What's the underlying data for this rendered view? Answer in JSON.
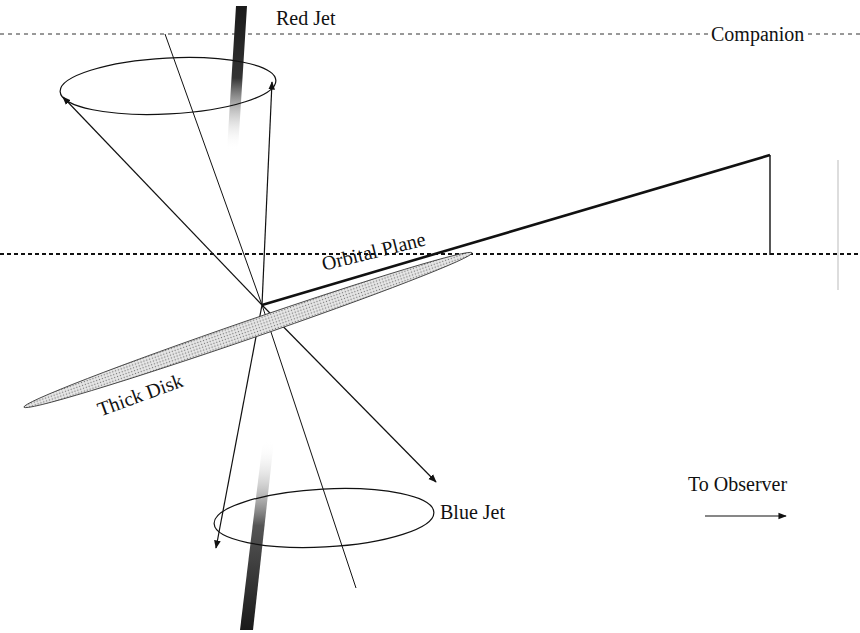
{
  "diagram": {
    "labels": [
      "Red Jet",
      "Companion",
      "Orbital Plane",
      "Thick Disk",
      "To Observer",
      "Blue Jet"
    ]
  }
}
